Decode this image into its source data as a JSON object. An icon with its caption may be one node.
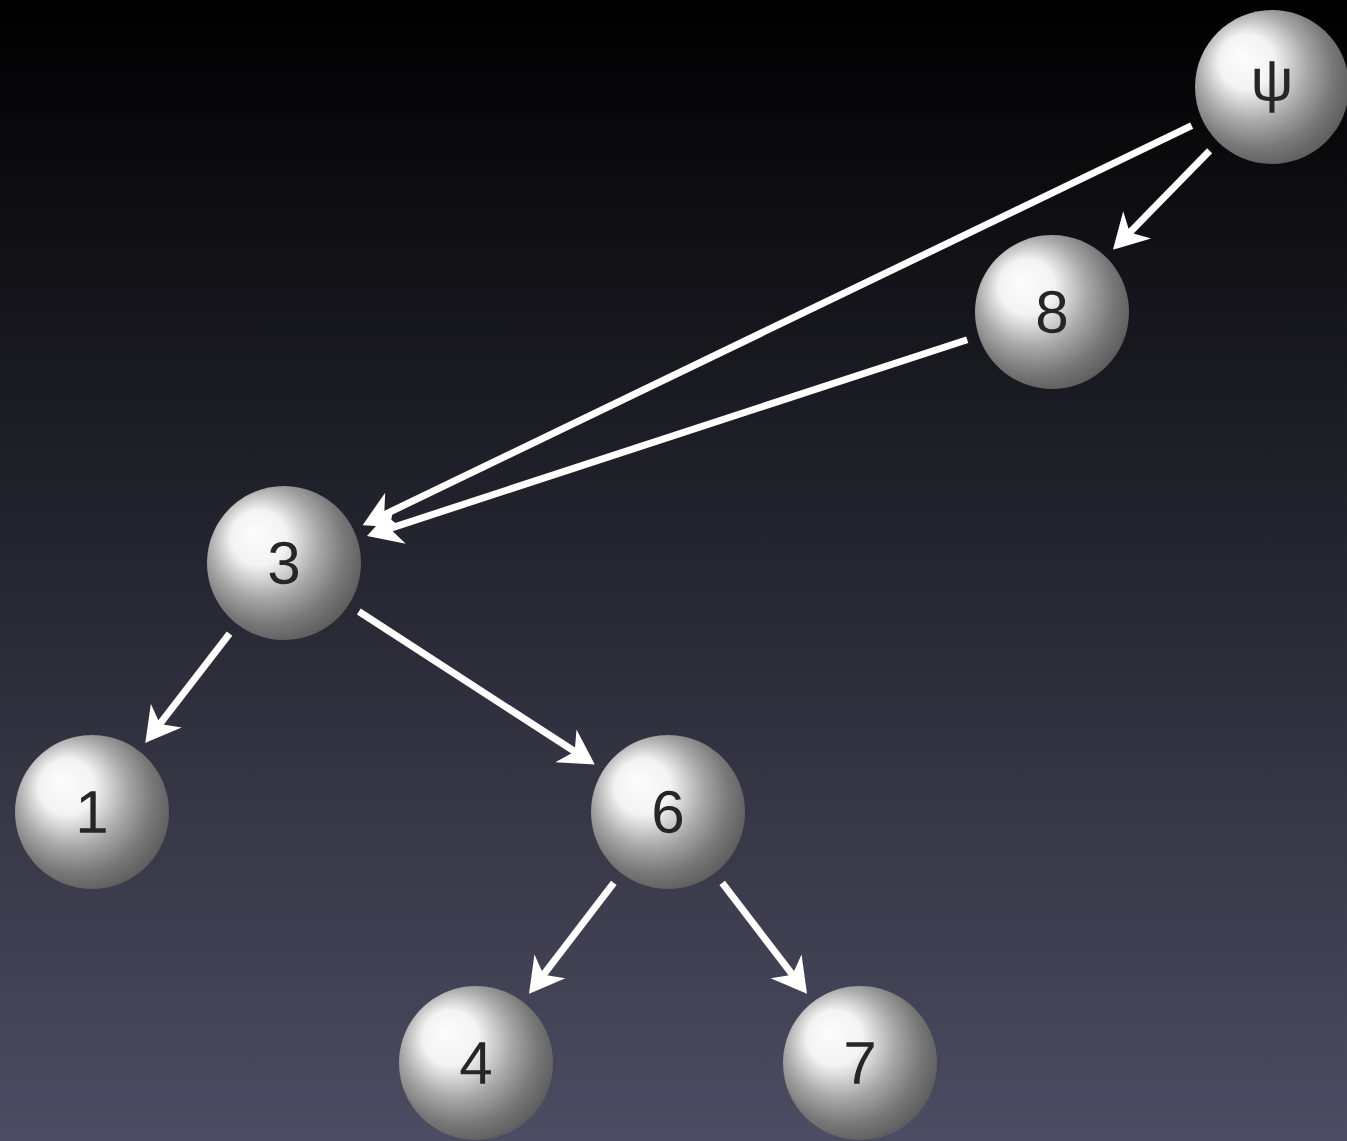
{
  "diagram": {
    "nodes": [
      {
        "text": [
          "ψ"
        ]
      },
      {
        "text": [
          "8"
        ]
      },
      {
        "text": [
          "3"
        ]
      },
      {
        "text": [
          "1"
        ]
      },
      {
        "text": [
          "6"
        ]
      },
      {
        "text": [
          "4"
        ]
      },
      {
        "text": [
          "7"
        ]
      }
    ],
    "edges": [
      {
        "from": 0,
        "to": 2,
        "arrow": "to"
      },
      {
        "from": 0,
        "to": 1,
        "arrow": "to"
      },
      {
        "from": 1,
        "to": 2,
        "arrow": "to"
      },
      {
        "from": 2,
        "to": 3,
        "arrow": "to"
      },
      {
        "from": 2,
        "to": 4,
        "arrow": "to"
      },
      {
        "from": 4,
        "to": 5,
        "arrow": "to"
      },
      {
        "from": 4,
        "to": 6,
        "arrow": "to"
      }
    ]
  }
}
